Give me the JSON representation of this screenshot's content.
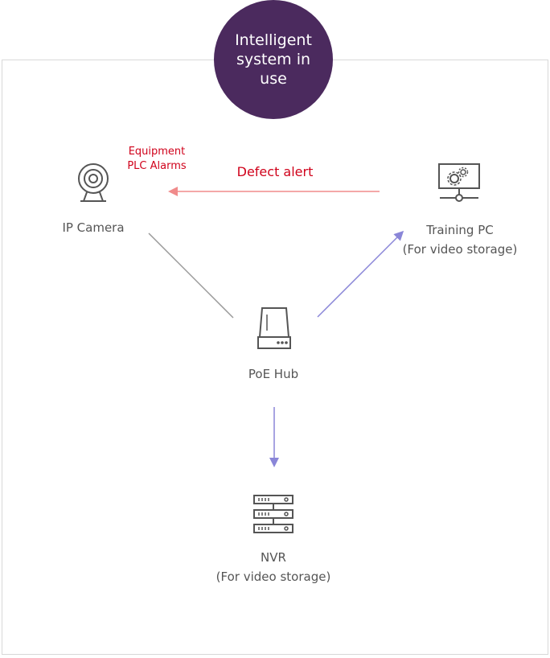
{
  "badge": {
    "lines": [
      "Intelligent",
      "system in",
      "use"
    ]
  },
  "nodes": {
    "ip_camera": {
      "label": "IP Camera",
      "icon": "webcam-icon"
    },
    "training_pc": {
      "label_line1": "Training PC",
      "label_line2": "(For video storage)",
      "icon": "monitor-gears-icon"
    },
    "poe_hub": {
      "label": "PoE Hub",
      "icon": "hub-device-icon"
    },
    "nvr": {
      "label_line1": "NVR",
      "label_line2": "(For video storage)",
      "icon": "server-rack-icon"
    }
  },
  "annotations": {
    "defect_alert": "Defect alert",
    "equipment_alarms": [
      "Equipment",
      "PLC Alarms"
    ]
  },
  "colors": {
    "badge": "#4b2a5e",
    "alert": "#d0021b",
    "alert_arrow": "#f08b8b",
    "data_arrow": "#8a86d8",
    "line": "#999999"
  }
}
